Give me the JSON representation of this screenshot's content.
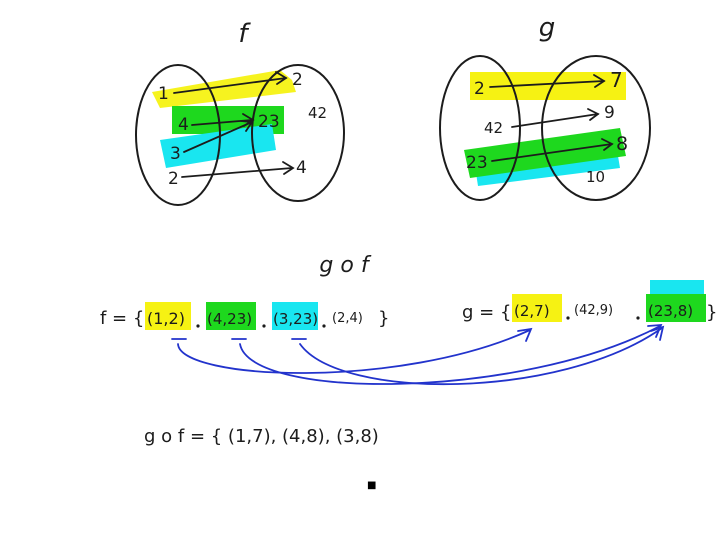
{
  "colors": {
    "ink": "#1c1c1c",
    "yellow": "#f6f213",
    "green": "#1ed81e",
    "cyan": "#19e6f0",
    "arrow_blue": "#2233cc"
  },
  "diagram_f": {
    "title": "f",
    "domain": [
      "1",
      "4",
      "3",
      "2"
    ],
    "codomain": [
      "2",
      "23",
      "42",
      "4"
    ]
  },
  "diagram_g": {
    "title": "g",
    "domain": [
      "2",
      "42",
      "23"
    ],
    "codomain": [
      "7",
      "9",
      "8",
      "10"
    ]
  },
  "composition_title": "g o f",
  "f_set": {
    "prefix": "f = {",
    "pairs": [
      "(1,2)",
      "(4,23)",
      "(3,23)",
      "(2,4)"
    ],
    "suffix": "}"
  },
  "g_set": {
    "prefix": "g = {",
    "pairs": [
      "(2,7)",
      "(42,9)",
      "(23,8)"
    ],
    "suffix": "}"
  },
  "result": {
    "text": "g o f = { (1,7), (4,8), (3,8)"
  },
  "marker": "■"
}
